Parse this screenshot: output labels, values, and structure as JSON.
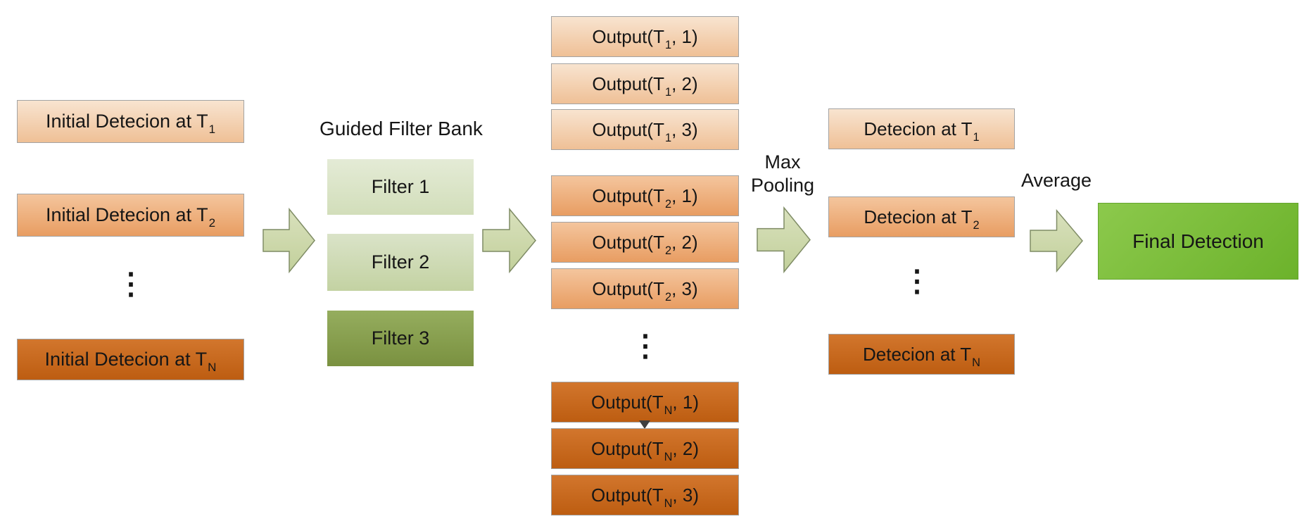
{
  "colors": {
    "canvas_bg": "#ffffff",
    "text": "#161616",
    "box_border": "#a3a3a3",
    "peach_light_top": "#f8e4d0",
    "peach_light_bottom": "#efc096",
    "peach_mid_top": "#f4c59d",
    "peach_mid_bottom": "#e89d62",
    "orange_dark_top": "#d2762d",
    "orange_dark_bottom": "#bd5d11",
    "filter1_top": "#e4ebd6",
    "filter1_bottom": "#d2deba",
    "filter2_top": "#dae3c8",
    "filter2_bottom": "#c3d2a2",
    "filter3_top": "#95ad5e",
    "filter3_bottom": "#7a9140",
    "arrow_fill_top": "#d9e1bd",
    "arrow_fill_bottom": "#c2d09b",
    "arrow_border": "#7f8c65",
    "final_top": "#8cc94c",
    "final_bottom": "#6cb22b",
    "final_border": "#65a52f",
    "arrowhead": "#3f3f3f"
  },
  "initial": {
    "boxes": [
      {
        "pre": "Initial Detecion at T",
        "sub": "1"
      },
      {
        "pre": "Initial Detecion at T",
        "sub": "2"
      },
      {
        "pre": "Initial Detecion at T",
        "sub": "N"
      }
    ],
    "ellipsis": "⋮"
  },
  "filter_bank": {
    "title": "Guided Filter Bank",
    "filters": [
      {
        "label": "Filter 1"
      },
      {
        "label": "Filter 2"
      },
      {
        "label": "Filter 3"
      }
    ]
  },
  "output": {
    "groups": [
      {
        "boxes": [
          {
            "pre": "Output(T",
            "sub": "1",
            "post": ", 1)"
          },
          {
            "pre": "Output(T",
            "sub": "1",
            "post": ", 2)"
          },
          {
            "pre": "Output(T",
            "sub": "1",
            "post": ", 3)"
          }
        ]
      },
      {
        "boxes": [
          {
            "pre": "Output(T",
            "sub": "2",
            "post": ", 1)"
          },
          {
            "pre": "Output(T",
            "sub": "2",
            "post": ", 2)"
          },
          {
            "pre": "Output(T",
            "sub": "2",
            "post": ", 3)"
          }
        ]
      },
      {
        "boxes": [
          {
            "pre": "Output(T",
            "sub": "N",
            "post": ", 1)"
          },
          {
            "pre": "Output(T",
            "sub": "N",
            "post": ", 2)"
          },
          {
            "pre": "Output(T",
            "sub": "N",
            "post": ", 3)"
          }
        ]
      }
    ],
    "ellipsis": "⋮"
  },
  "labels": {
    "max_pooling_lines": [
      "Max",
      "Pooling"
    ],
    "average": "Average"
  },
  "detection": {
    "boxes": [
      {
        "pre": "Detecion at T",
        "sub": "1"
      },
      {
        "pre": "Detecion at T",
        "sub": "2"
      },
      {
        "pre": "Detecion at T",
        "sub": "N"
      }
    ],
    "ellipsis": "⋮"
  },
  "final": {
    "label": "Final Detection"
  }
}
